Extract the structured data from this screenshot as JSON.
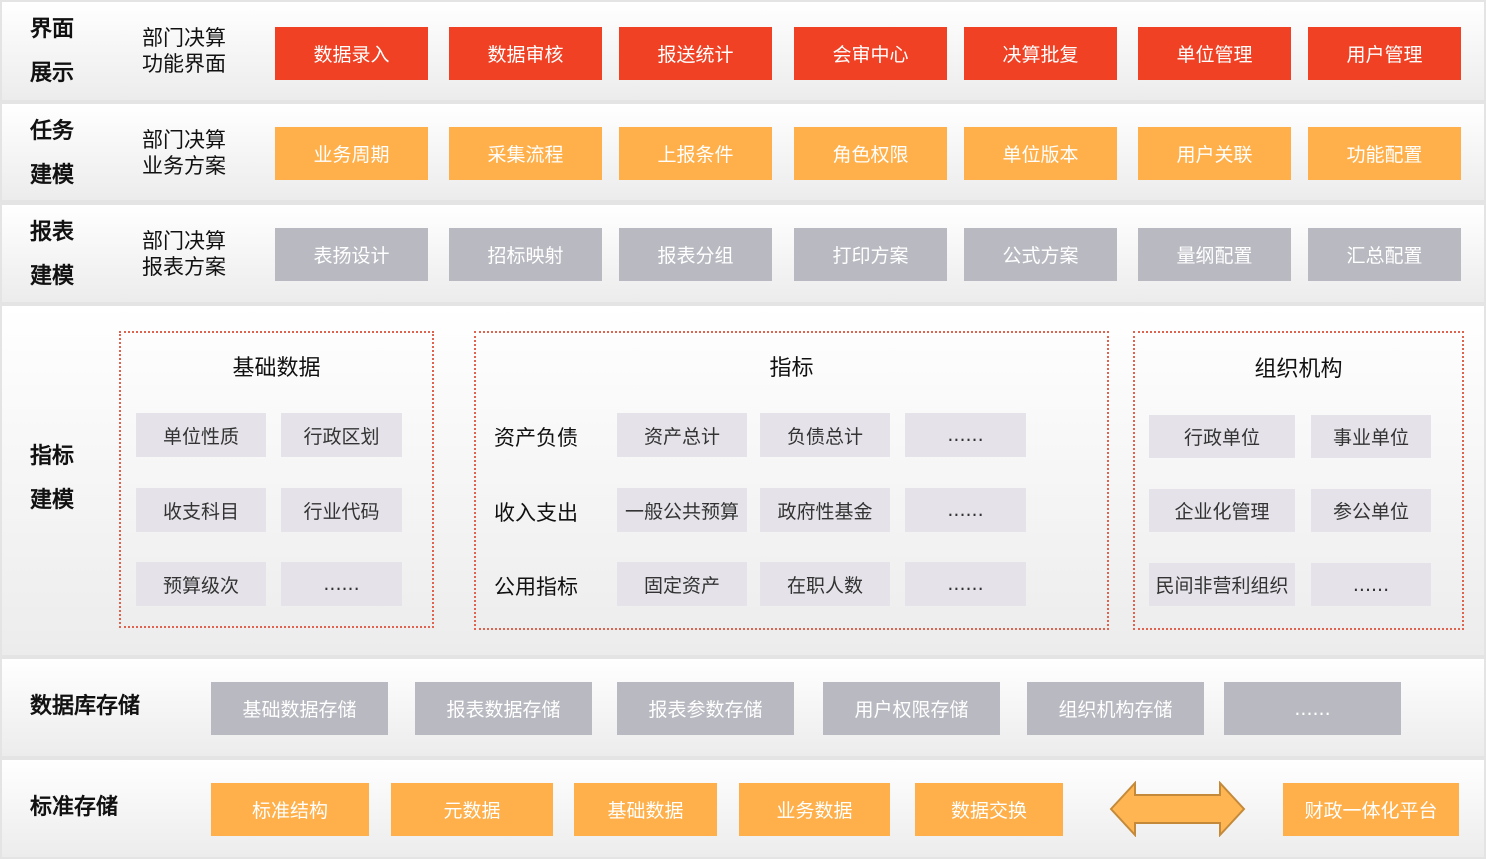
{
  "layers": [
    {
      "title": [
        "界面",
        "展示"
      ],
      "subtitle": [
        "部门决算",
        "功能界面"
      ],
      "items": [
        "数据录入",
        "数据审核",
        "报送统计",
        "会审中心",
        "决算批复",
        "单位管理",
        "用户管理"
      ]
    },
    {
      "title": [
        "任务",
        "建模"
      ],
      "subtitle": [
        "部门决算",
        "业务方案"
      ],
      "items": [
        "业务周期",
        "采集流程",
        "上报条件",
        "角色权限",
        "单位版本",
        "用户关联",
        "功能配置"
      ]
    },
    {
      "title": [
        "报表",
        "建模"
      ],
      "subtitle": [
        "部门决算",
        "报表方案"
      ],
      "items": [
        "表扬设计",
        "招标映射",
        "报表分组",
        "打印方案",
        "公式方案",
        "量纲配置",
        "汇总配置"
      ]
    }
  ],
  "indicator": {
    "title": [
      "指标",
      "建模"
    ],
    "basic": {
      "title": "基础数据",
      "cells": [
        "单位性质",
        "行政区划",
        "收支科目",
        "行业代码",
        "预算级次",
        "......"
      ]
    },
    "index": {
      "title": "指标",
      "rows": [
        {
          "label": "资产负债",
          "cells": [
            "资产总计",
            "负债总计",
            "......"
          ]
        },
        {
          "label": "收入支出",
          "cells": [
            "一般公共预算",
            "政府性基金",
            "......"
          ]
        },
        {
          "label": "公用指标",
          "cells": [
            "固定资产",
            "在职人数",
            "......"
          ]
        }
      ]
    },
    "org": {
      "title": "组织机构",
      "cells": [
        "行政单位",
        "事业单位",
        "企业化管理",
        "参公单位",
        "民间非营利组织",
        "......"
      ]
    }
  },
  "database": {
    "title": "数据库存储",
    "items": [
      "基础数据存储",
      "报表数据存储",
      "报表参数存储",
      "用户权限存储",
      "组织机构存储",
      "......"
    ]
  },
  "standard": {
    "title": "标准存储",
    "items": [
      "标准结构",
      "元数据",
      "基础数据",
      "业务数据",
      "数据交换"
    ],
    "platform": "财政一体化平台"
  },
  "colors": {
    "red": "#f04124",
    "orange": "#ffb04a",
    "gray": "#b9bac1"
  }
}
